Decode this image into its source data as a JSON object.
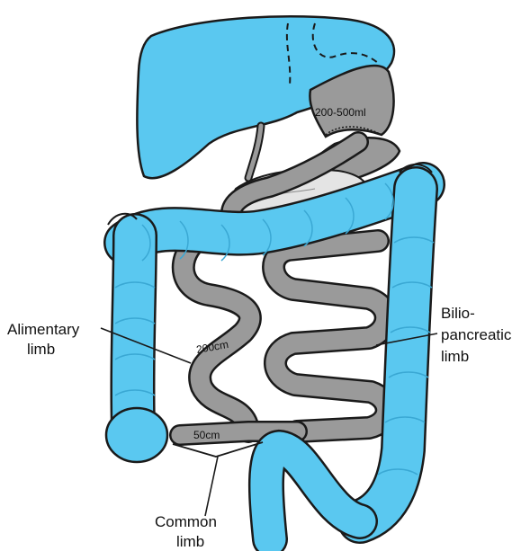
{
  "labels": {
    "stomach_volume": "200-500ml",
    "alimentary_length": "200cm",
    "common_length": "50cm",
    "alimentary_line1": "Alimentary",
    "alimentary_line2": "limb",
    "bilio_line1": "Bilio-",
    "bilio_line2": "pancreatic",
    "bilio_line3": "limb",
    "common_line1": "Common",
    "common_line2": "limb"
  },
  "colors": {
    "liver": "#5ac8f0",
    "colon": "#5ac8f0",
    "intestine": "#9a9a9a",
    "stomach": "#9a9a9a",
    "pancreas": "#e4e4e4",
    "outline": "#1a1a1a"
  }
}
